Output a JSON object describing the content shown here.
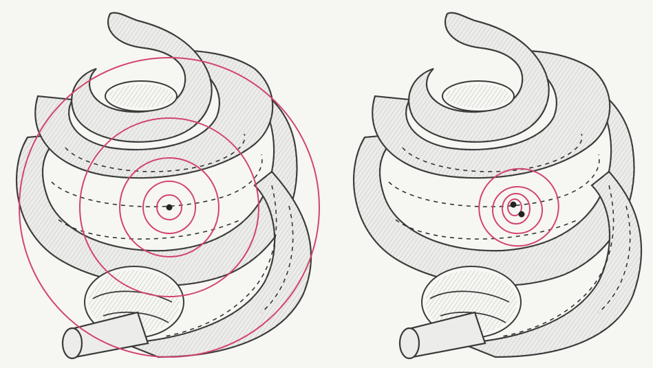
{
  "figure": {
    "panels": [
      {
        "id": "left",
        "ring_count": 5,
        "dot_count": 1
      },
      {
        "id": "right",
        "ring_count": 4,
        "dot_count": 2
      }
    ]
  },
  "colors": {
    "background": "#f6f6f3",
    "ring": "#d2436e",
    "outline": "#3a3a3a",
    "fill": "#ececea",
    "dot": "#222222"
  },
  "icons": [
    "cochlea-drawing",
    "concentric-rings",
    "point-source-dot",
    "nerve-cylinder"
  ]
}
